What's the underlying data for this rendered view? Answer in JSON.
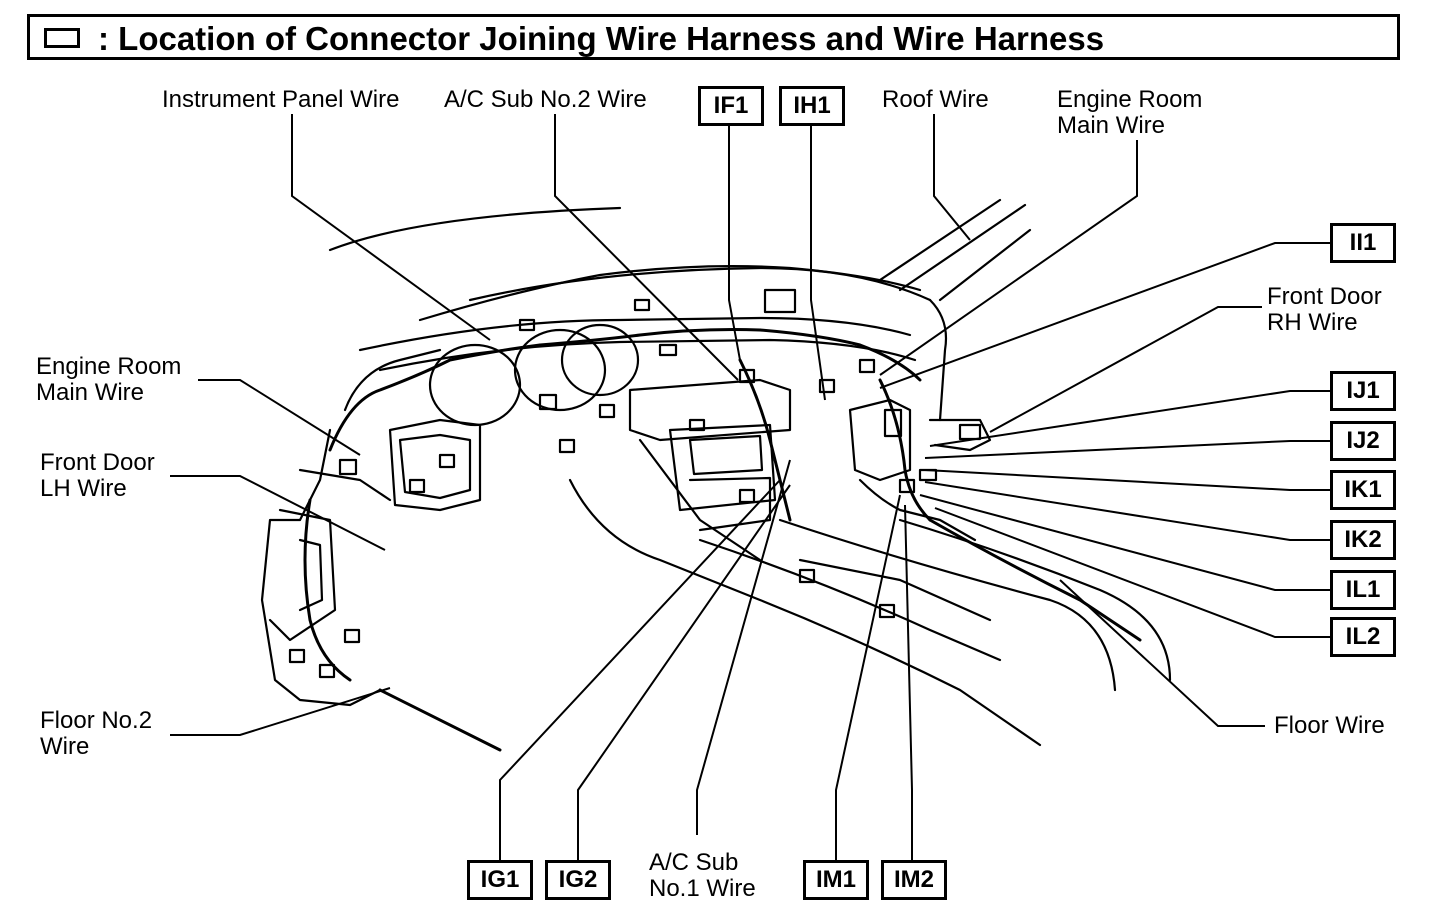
{
  "title": ": Location of Connector Joining Wire Harness and Wire Harness",
  "labels": {
    "instrument_panel_wire": "Instrument Panel Wire",
    "ac_sub_no2_wire": "A/C Sub No.2 Wire",
    "roof_wire": "Roof Wire",
    "engine_room_main_wire_right": [
      "Engine Room",
      "Main Wire"
    ],
    "front_door_rh_wire": [
      "Front Door",
      "RH Wire"
    ],
    "engine_room_main_wire_left": [
      "Engine Room",
      "Main Wire"
    ],
    "front_door_lh_wire": [
      "Front Door",
      "LH Wire"
    ],
    "floor_no2_wire": [
      "Floor No.2",
      "Wire"
    ],
    "floor_wire": "Floor Wire",
    "ac_sub_no1_wire": [
      "A/C Sub",
      "No.1 Wire"
    ]
  },
  "codes": {
    "IF1": "IF1",
    "IH1": "IH1",
    "II1": "II1",
    "IJ1": "IJ1",
    "IJ2": "IJ2",
    "IK1": "IK1",
    "IK2": "IK2",
    "IL1": "IL1",
    "IL2": "IL2",
    "IG1": "IG1",
    "IG2": "IG2",
    "IM1": "IM1",
    "IM2": "IM2"
  }
}
